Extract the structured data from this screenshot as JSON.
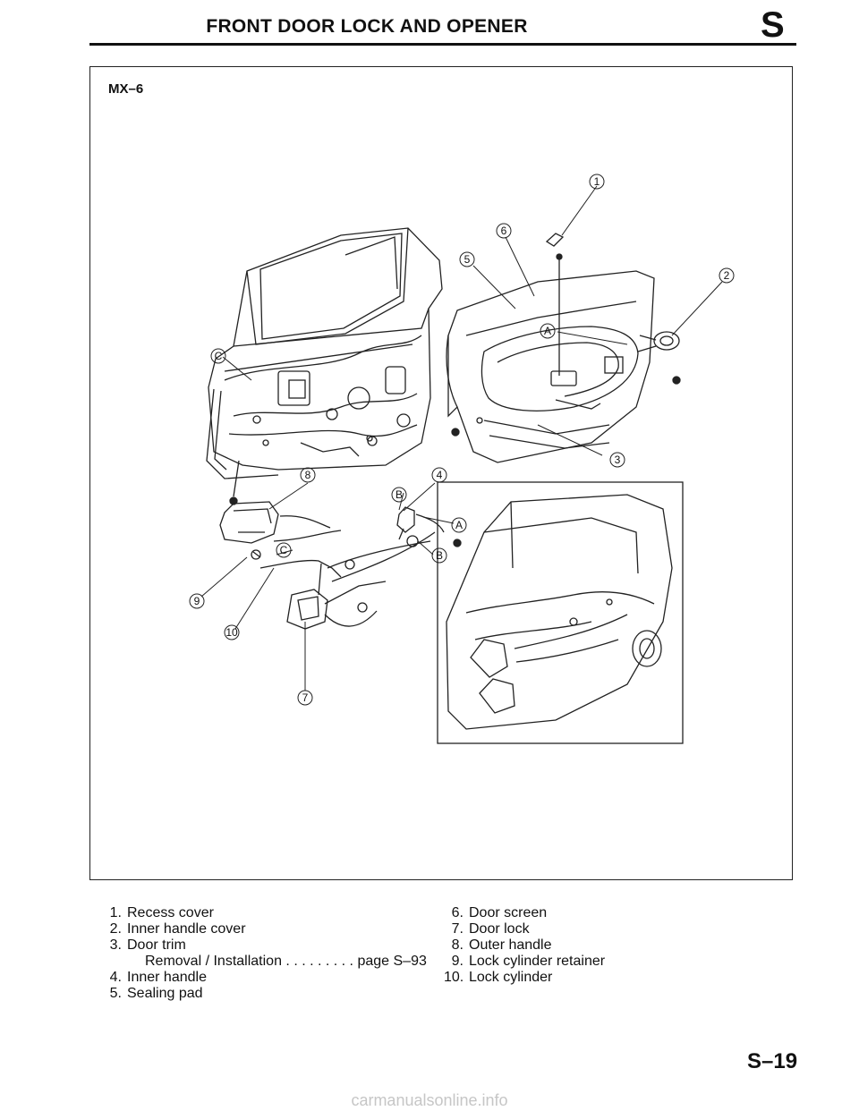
{
  "header": {
    "title": "FRONT DOOR LOCK AND OPENER",
    "section_letter": "S"
  },
  "figure": {
    "model": "MX–6",
    "callouts": [
      "1",
      "2",
      "3",
      "4",
      "5",
      "6",
      "7",
      "8",
      "9",
      "10"
    ],
    "reference_marks": [
      "A",
      "B",
      "C"
    ]
  },
  "parts": [
    {
      "num": "1.",
      "name": "Recess cover"
    },
    {
      "num": "2.",
      "name": "Inner handle cover"
    },
    {
      "num": "3.",
      "name": "Door trim",
      "sub_label": "Removal / Installation",
      "sub_dots": ". . . . . . . . .",
      "sub_page": "page S–93"
    },
    {
      "num": "4.",
      "name": "Inner handle"
    },
    {
      "num": "5.",
      "name": "Sealing pad"
    },
    {
      "num": "6.",
      "name": "Door screen"
    },
    {
      "num": "7.",
      "name": "Door lock"
    },
    {
      "num": "8.",
      "name": "Outer handle"
    },
    {
      "num": "9.",
      "name": "Lock cylinder retainer"
    },
    {
      "num": "10.",
      "name": "Lock cylinder"
    }
  ],
  "footer": {
    "page_number": "S–19",
    "watermark": "carmanualsonline.info"
  }
}
